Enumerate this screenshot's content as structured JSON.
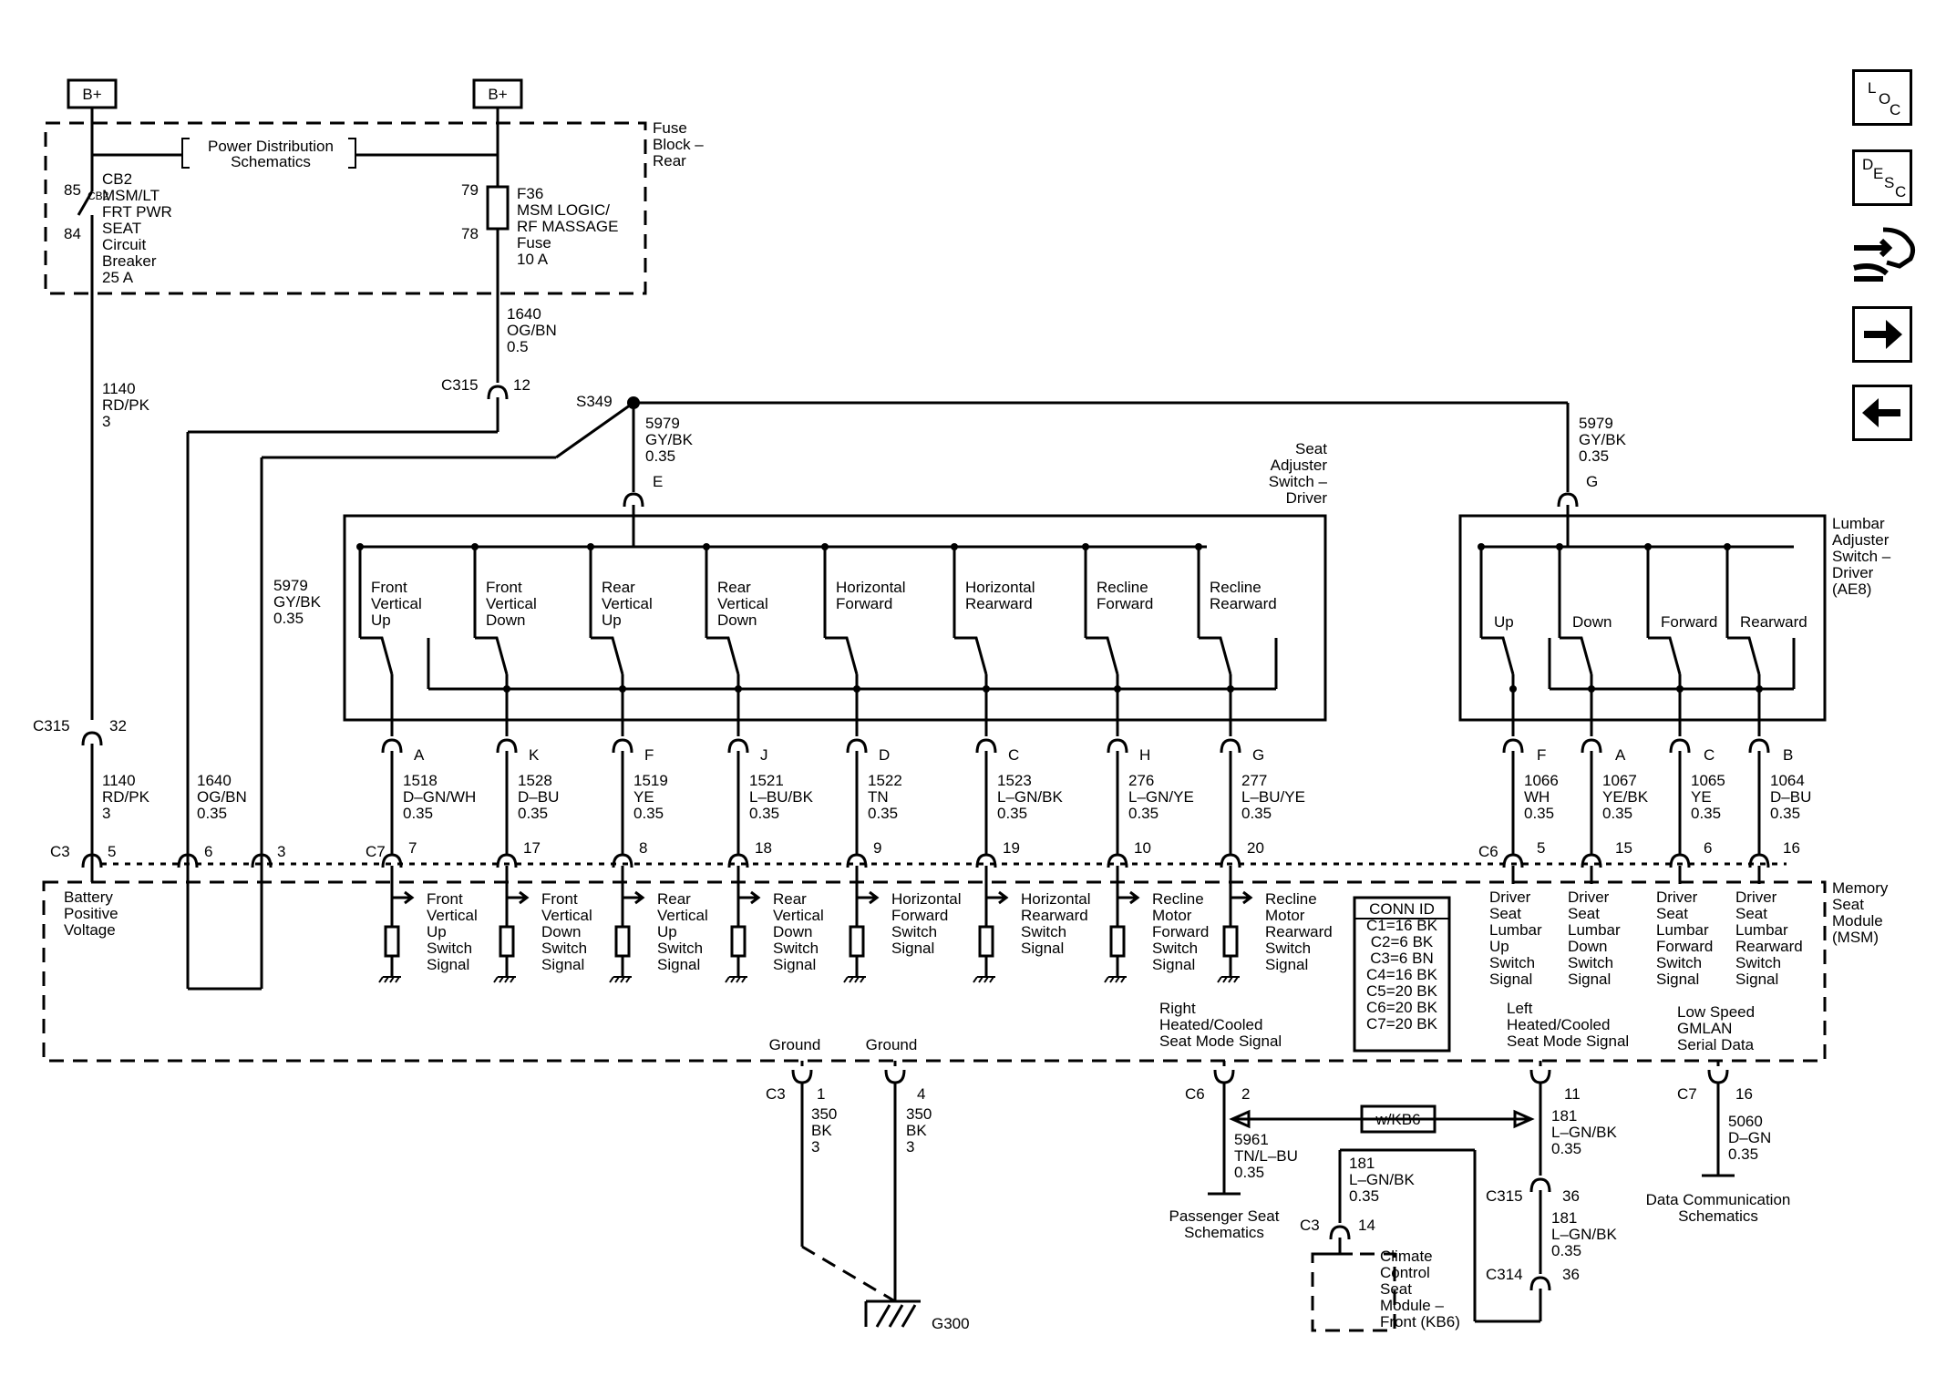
{
  "nav": {
    "loc": [
      "L",
      "O",
      "C"
    ],
    "desc": [
      "D",
      "E",
      "S",
      "C"
    ]
  },
  "power": {
    "bplus": "B+",
    "pds": [
      "Power Distribution",
      "Schematics"
    ],
    "fuse_block": [
      "Fuse",
      "Block –",
      "Rear"
    ]
  },
  "cb2": {
    "pin_top": "85",
    "pin_bot": "84",
    "label": [
      "CB2",
      "MSM/LT",
      "FRT PWR",
      "SEAT",
      "Circuit",
      "Breaker",
      "25 A"
    ]
  },
  "f36": {
    "pin_top": "79",
    "pin_bot": "78",
    "label": [
      "F36",
      "MSM LOGIC/",
      "RF MASSAGE",
      "Fuse",
      "10 A"
    ]
  },
  "wires": {
    "w1640_top": [
      "1640",
      "OG/BN",
      "0.5"
    ],
    "w1140": [
      "1140",
      "RD/PK",
      "3"
    ],
    "w1140_low": [
      "1140",
      "RD/PK",
      "3"
    ],
    "w5979_left": [
      "5979",
      "GY/BK",
      "0.35"
    ],
    "w1640_low": [
      "1640",
      "OG/BN",
      "0.35"
    ],
    "w5979_e": [
      "5979",
      "GY/BK",
      "0.35"
    ],
    "w5979_g": [
      "5979",
      "GY/BK",
      "0.35"
    ]
  },
  "connectors": {
    "c315_top": {
      "name": "C315",
      "pin": "12"
    },
    "c315_mid": {
      "name": "C315",
      "pin": "32"
    },
    "s349": "S349",
    "e": "E",
    "g": "G",
    "c3_left": {
      "name": "C3",
      "pins": [
        "5",
        "6",
        "3"
      ]
    },
    "c7": {
      "name": "C7"
    },
    "c6": {
      "name": "C6"
    }
  },
  "seat_switch": {
    "title": [
      "Seat",
      "Adjuster",
      "Switch –",
      "Driver"
    ],
    "switches": [
      {
        "label": [
          "Front",
          "Vertical",
          "Up"
        ],
        "pin": "A",
        "wire": [
          "1518",
          "D–GN/WH",
          "0.35"
        ],
        "cpin": "7",
        "signal": [
          "Front",
          "Vertical",
          "Up",
          "Switch",
          "Signal"
        ]
      },
      {
        "label": [
          "Front",
          "Vertical",
          "Down"
        ],
        "pin": "K",
        "wire": [
          "1528",
          "D–BU",
          "0.35"
        ],
        "cpin": "17",
        "signal": [
          "Front",
          "Vertical",
          "Down",
          "Switch",
          "Signal"
        ]
      },
      {
        "label": [
          "Rear",
          "Vertical",
          "Up"
        ],
        "pin": "F",
        "wire": [
          "1519",
          "YE",
          "0.35"
        ],
        "cpin": "8",
        "signal": [
          "Rear",
          "Vertical",
          "Up",
          "Switch",
          "Signal"
        ]
      },
      {
        "label": [
          "Rear",
          "Vertical",
          "Down"
        ],
        "pin": "J",
        "wire": [
          "1521",
          "L–BU/BK",
          "0.35"
        ],
        "cpin": "18",
        "signal": [
          "Rear",
          "Vertical",
          "Down",
          "Switch",
          "Signal"
        ]
      },
      {
        "label": [
          "Horizontal",
          "Forward"
        ],
        "pin": "D",
        "wire": [
          "1522",
          "TN",
          "0.35"
        ],
        "cpin": "9",
        "signal": [
          "Horizontal",
          "Forward",
          "Switch",
          "Signal"
        ]
      },
      {
        "label": [
          "Horizontal",
          "Rearward"
        ],
        "pin": "C",
        "wire": [
          "1523",
          "L–GN/BK",
          "0.35"
        ],
        "cpin": "19",
        "signal": [
          "Horizontal",
          "Rearward",
          "Switch",
          "Signal"
        ]
      },
      {
        "label": [
          "Recline",
          "Forward"
        ],
        "pin": "H",
        "wire": [
          "276",
          "L–GN/YE",
          "0.35"
        ],
        "cpin": "10",
        "signal": [
          "Recline",
          "Motor",
          "Forward",
          "Switch",
          "Signal"
        ]
      },
      {
        "label": [
          "Recline",
          "Rearward"
        ],
        "pin": "G",
        "wire": [
          "277",
          "L–BU/YE",
          "0.35"
        ],
        "cpin": "20",
        "signal": [
          "Recline",
          "Motor",
          "Rearward",
          "Switch",
          "Signal"
        ]
      }
    ]
  },
  "lumbar": {
    "title": [
      "Lumbar",
      "Adjuster",
      "Switch –",
      "Driver",
      "(AE8)"
    ],
    "switches": [
      {
        "label": "Up",
        "pin": "F",
        "wire": [
          "1066",
          "WH",
          "0.35"
        ],
        "cpin": "5",
        "signal": [
          "Driver",
          "Seat",
          "Lumbar",
          "Up",
          "Switch",
          "Signal"
        ]
      },
      {
        "label": "Down",
        "pin": "A",
        "wire": [
          "1067",
          "YE/BK",
          "0.35"
        ],
        "cpin": "15",
        "signal": [
          "Driver",
          "Seat",
          "Lumbar",
          "Down",
          "Switch",
          "Signal"
        ]
      },
      {
        "label": "Forward",
        "pin": "C",
        "wire": [
          "1065",
          "YE",
          "0.35"
        ],
        "cpin": "6",
        "signal": [
          "Driver",
          "Seat",
          "Lumbar",
          "Forward",
          "Switch",
          "Signal"
        ]
      },
      {
        "label": "Rearward",
        "pin": "B",
        "wire": [
          "1064",
          "D–BU",
          "0.35"
        ],
        "cpin": "16",
        "signal": [
          "Driver",
          "Seat",
          "Lumbar",
          "Rearward",
          "Switch",
          "Signal"
        ]
      }
    ]
  },
  "msm": {
    "title": [
      "Memory",
      "Seat",
      "Module",
      "(MSM)"
    ],
    "battery": [
      "Battery",
      "Positive",
      "Voltage"
    ],
    "conn_id": [
      "CONN ID",
      "C1=16 BK",
      "C2=6 BK",
      "C3=6 BN",
      "C4=16 BK",
      "C5=20 BK",
      "C6=20 BK",
      "C7=20 BK"
    ],
    "ground": "Ground",
    "right_heat": [
      "Right",
      "Heated/Cooled",
      "Seat Mode Signal"
    ],
    "left_heat": [
      "Left",
      "Heated/Cooled",
      "Seat Mode Signal"
    ],
    "gmlan": [
      "Low Speed",
      "GMLAN",
      "Serial Data"
    ]
  },
  "bottom": {
    "c3": "C3",
    "g_pin1": "1",
    "g_pin4": "4",
    "w350a": [
      "350",
      "BK",
      "3"
    ],
    "w350b": [
      "350",
      "BK",
      "3"
    ],
    "g300": "G300",
    "c6": "C6",
    "c6pin": "2",
    "c6pin11": "11",
    "wkb6": "w/KB6",
    "w5961": [
      "5961",
      "TN/L–BU",
      "0.35"
    ],
    "pass_seat": [
      "Passenger Seat",
      "Schematics"
    ],
    "w181a": [
      "181",
      "L–GN/BK",
      "0.35"
    ],
    "w181b": [
      "181",
      "L–GN/BK",
      "0.35"
    ],
    "w181c": [
      "181",
      "L–GN/BK",
      "0.35"
    ],
    "c315": "C315",
    "c315pin": "36",
    "c314": "C314",
    "c314pin": "36",
    "c3b": "C3",
    "c3bpin": "14",
    "climate": [
      "Climate",
      "Control",
      "Seat",
      "Module –",
      "Front (KB6)"
    ],
    "c7": "C7",
    "c7pin": "16",
    "w5060": [
      "5060",
      "D–GN",
      "0.35"
    ],
    "datacomm": [
      "Data Communication",
      "Schematics"
    ]
  }
}
